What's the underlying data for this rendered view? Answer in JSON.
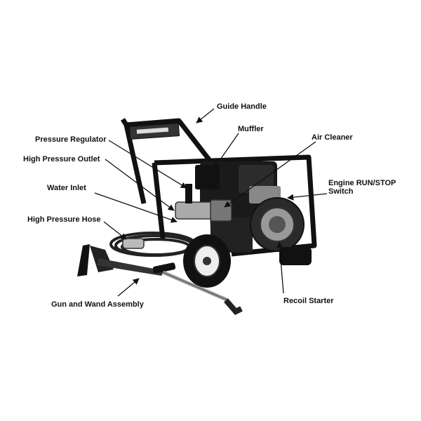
{
  "labels": {
    "guide_handle": "Guide Handle",
    "muffler": "Muffler",
    "pressure_regulator": "Pressure Regulator",
    "air_cleaner": "Air Cleaner",
    "high_pressure_outlet": "High Pressure Outlet",
    "engine_switch_line1": "Engine RUN/STOP",
    "engine_switch_line2": "Switch",
    "water_inlet": "Water Inlet",
    "high_pressure_hose": "High Pressure Hose",
    "gun_and_wand": "Gun and Wand Assembly",
    "recoil_starter": "Recoil Starter"
  },
  "icons": {
    "machine": "pressure-washer-illustration"
  }
}
